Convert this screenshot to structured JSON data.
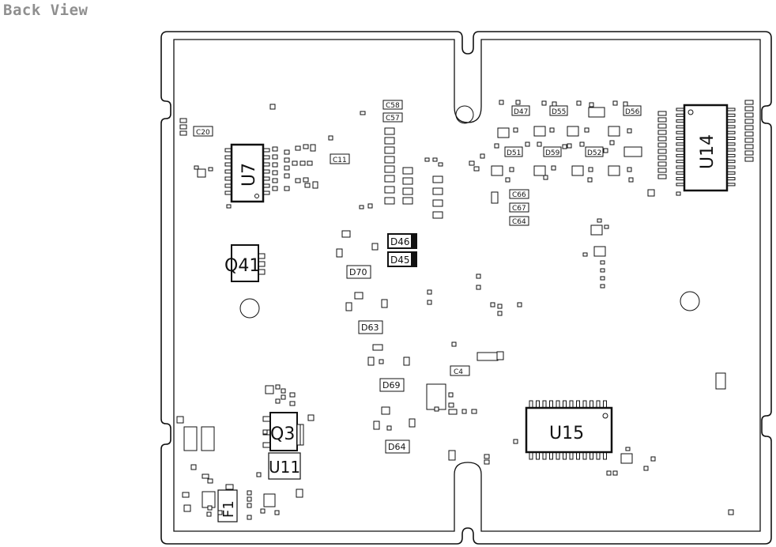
{
  "view_title": "Back View",
  "ic_labels": {
    "U14": "U14",
    "U7": "U7",
    "U15": "U15",
    "U11": "U11",
    "Q41": "Q41",
    "Q3": "Q3",
    "F1": "F1"
  },
  "part_labels": {
    "C20": "C20",
    "C11": "C11",
    "C58": "C58",
    "C57": "C57",
    "D47": "D47",
    "D55": "D55",
    "D56": "D56",
    "D51": "D51",
    "D59": "D59",
    "D52": "D52",
    "C66": "C66",
    "C67": "C67",
    "C64": "C64",
    "D46": "D46",
    "D45": "D45",
    "D70": "D70",
    "D63": "D63",
    "C4": "C4",
    "D69": "D69",
    "D64": "D64"
  },
  "colors": {
    "title": "#8f8f8f",
    "outline": "#111111",
    "board": "#ffffff"
  }
}
